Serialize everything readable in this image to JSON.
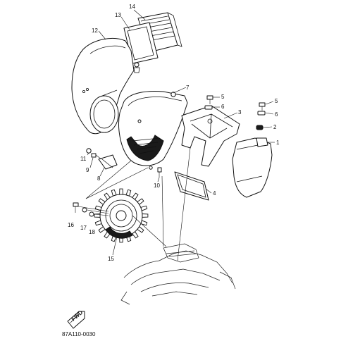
{
  "diagram": {
    "code": "87A110-0030",
    "fwd_label": "FWD",
    "callouts": {
      "c1": "1",
      "c2": "2",
      "c3": "3",
      "c4": "4",
      "c5a": "5",
      "c5b": "5",
      "c6a": "6",
      "c6b": "6",
      "c7": "7",
      "c8": "8",
      "c9": "9",
      "c10": "10",
      "c11": "11",
      "c12": "12",
      "c13": "13",
      "c14": "14",
      "c15": "15",
      "c16": "16",
      "c17": "17",
      "c18": "18"
    }
  }
}
